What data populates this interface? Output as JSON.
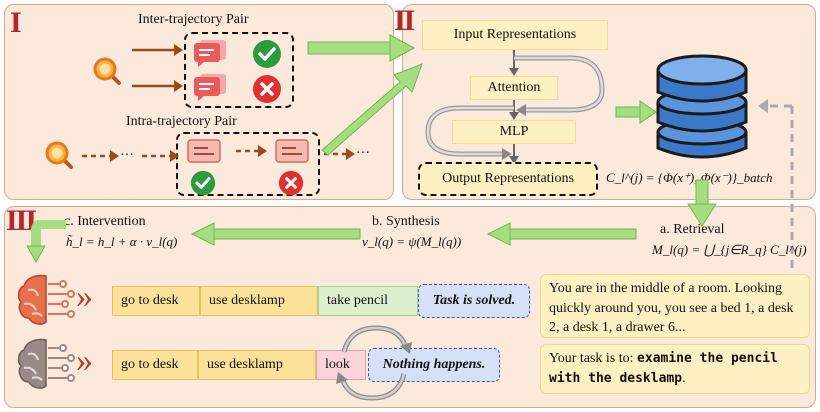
{
  "section1": {
    "roman": "I",
    "inter_title": "Inter-trajectory Pair",
    "intra_title": "Intra-trajectory Pair",
    "ellipsis_1": "···",
    "ellipsis_2": "···"
  },
  "section2": {
    "roman": "II",
    "input_repr": "Input Representations",
    "attention": "Attention",
    "mlp": "MLP",
    "output_repr": "Output Representations",
    "contrast_formula": "C_l^(j) = {Φ(x⁺), Φ(x⁻)}_batch"
  },
  "section3": {
    "roman": "III",
    "intervention_label": "c. Intervention",
    "intervention_formula": "h̃_l = h_l + α · v_l(q)",
    "synthesis_label": "b. Synthesis",
    "synthesis_formula": "v_l(q) = ψ(M_l(q))",
    "retrieval_label": "a. Retrieval",
    "retrieval_formula": "M_l(q) = ⋃_{j∈R_q} C_l^(j)",
    "row1": {
      "chevrons": "»",
      "actions": [
        "go to desk",
        "use desklamp",
        "take pencil"
      ],
      "result": "Task is solved."
    },
    "row2": {
      "chevrons": "»",
      "actions": [
        "go to desk",
        "use desklamp",
        "look"
      ],
      "result": "Nothing happens."
    },
    "observation": "You are in the middle of a room. Looking quickly around you, you see a bed 1, a desk 2, a desk 1, a drawer 6...",
    "task_prefix": "Your task is to: ",
    "task_bold": "examine the pencil with the desklamp",
    "task_suffix": "."
  },
  "colors": {
    "panel_bg": "#fbe9dc",
    "panel_border": "#d9a889",
    "roman": "#b3262a",
    "arrow_green": "#8fd16a",
    "arrow_brown": "#9c4a1a",
    "check_green": "#2e9a3e",
    "cross_red": "#e0302f",
    "db_blue": "#3c78c8"
  }
}
